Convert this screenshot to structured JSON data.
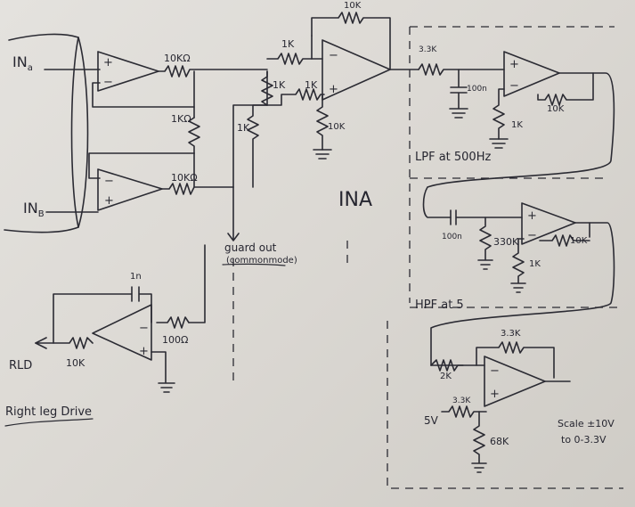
{
  "diagram": {
    "sections": {
      "ina": "INA",
      "lpf": "LPF at 500Hz",
      "hpf": "HPF at 5",
      "rld": "Right leg Drive",
      "scale": "Scale ±10V to 0-3.3V"
    },
    "inputs": {
      "in_a": "IN",
      "in_a_sub": "a",
      "in_b": "IN",
      "in_b_sub": "B"
    },
    "ina_parts": {
      "r_top": "10KΩ",
      "r_mid": "1KΩ",
      "r_bot": "10KΩ",
      "r_1k_a": "1K",
      "r_1k_b": "1K",
      "r_diff_in1": "1K",
      "r_diff_in2": "1K",
      "r_feedback": "10K",
      "r_ground": "10K"
    },
    "guard": {
      "line1": "guard out",
      "line2": "(commonmode)"
    },
    "rld_parts": {
      "c_fb": "1n",
      "r_in": "100Ω",
      "r_out": "10K",
      "output": "RLD"
    },
    "lpf_parts": {
      "r_in": "3.3K",
      "c": "100n",
      "r_f": "10K",
      "r_g": "1K"
    },
    "hpf_parts": {
      "c": "100n",
      "r_g": "330K",
      "r_f": "10K",
      "r_g2": "1K"
    },
    "scale_parts": {
      "r_f": "3.3K",
      "r_in": "2K",
      "r_ref": "3.3K",
      "v_ref": "5V",
      "r_g": "68K"
    },
    "scale_text": {
      "line1": "Scale ±10V",
      "line2": "to 0-3.3V"
    }
  }
}
